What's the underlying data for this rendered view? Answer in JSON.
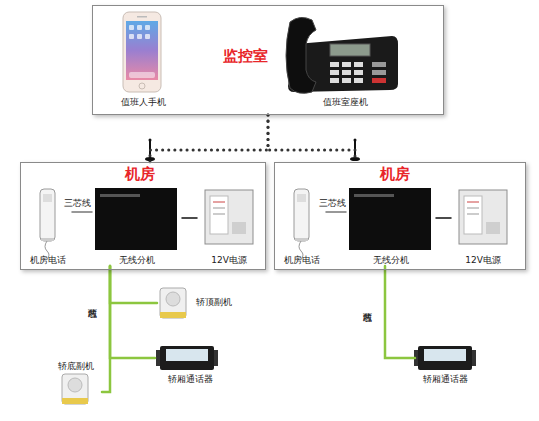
{
  "diagram": {
    "nodes": [
      {
        "text": [
          "监控室"
        ]
      },
      {
        "text": [
          "值班人手机"
        ],
        "in": 0
      },
      {
        "text": [
          "值班室座机"
        ],
        "in": 0
      },
      {
        "text": [
          "机房"
        ]
      },
      {
        "text": [
          "机房电话"
        ],
        "in": 3
      },
      {
        "text": [
          "无线分机"
        ],
        "in": 3
      },
      {
        "text": [
          "12V电源"
        ],
        "in": 3
      },
      {
        "text": [
          "机房"
        ]
      },
      {
        "text": [
          "机房电话"
        ],
        "in": 7
      },
      {
        "text": [
          "无线分机"
        ],
        "in": 7
      },
      {
        "text": [
          "12V电源"
        ],
        "in": 7
      },
      {
        "text": [
          "轿顶副机"
        ]
      },
      {
        "text": [
          "轿厢通话器"
        ]
      },
      {
        "text": [
          "轿底副机"
        ]
      },
      {
        "text": [
          "轿厢通话器"
        ]
      }
    ],
    "edges": [
      {
        "from": 0,
        "to": 3,
        "arrow": "none"
      },
      {
        "from": 0,
        "to": 7,
        "arrow": "none"
      },
      {
        "from": 4,
        "to": 5,
        "label": "三芯线",
        "arrow": "none"
      },
      {
        "from": 5,
        "to": 6,
        "arrow": "none"
      },
      {
        "from": 8,
        "to": 9,
        "label": "三芯线",
        "arrow": "none"
      },
      {
        "from": 9,
        "to": 10,
        "arrow": "none"
      },
      {
        "from": 5,
        "to": 11,
        "label": "两芯线",
        "arrow": "none"
      },
      {
        "from": 5,
        "to": 12,
        "arrow": "none"
      },
      {
        "from": 5,
        "to": 13,
        "arrow": "none"
      },
      {
        "from": 9,
        "to": 14,
        "label": "两芯线",
        "arrow": "none"
      }
    ]
  }
}
